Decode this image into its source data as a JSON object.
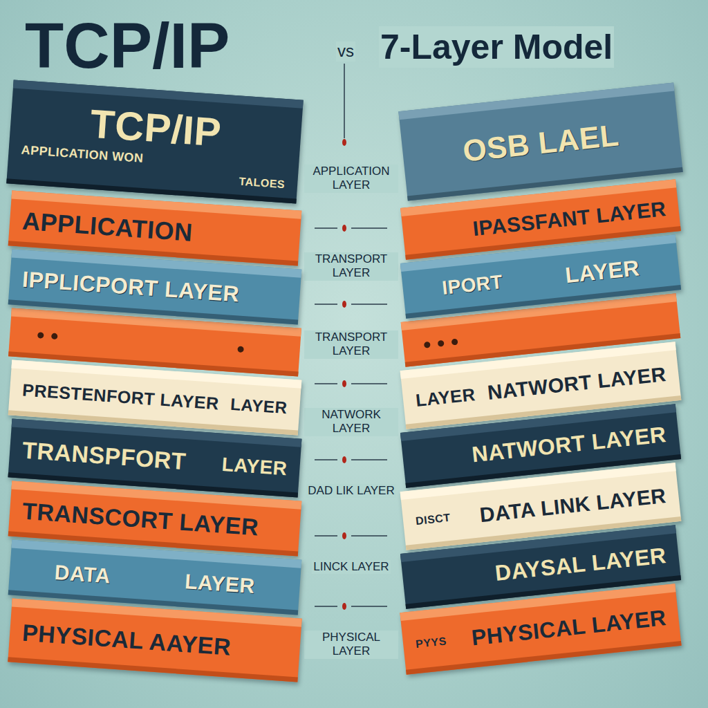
{
  "diagram": {
    "title": "TCP/IP",
    "nodes": [
      {
        "text": [
          "TCP/IP",
          "APPLICATION WON",
          "TALOES"
        ]
      },
      {
        "text": [
          "APPLICATION"
        ]
      },
      {
        "text": [
          "IPPLICPORT LAYER"
        ]
      },
      {
        "text": [
          "PRESTENFORT LAYER",
          "LAYER"
        ]
      },
      {
        "text": [
          "TRANSPFORT",
          "LAYER"
        ]
      },
      {
        "text": [
          "TRANSCORT LAYER"
        ]
      },
      {
        "text": [
          "DATA",
          "LAYER"
        ]
      },
      {
        "text": [
          "PHYSICAL AAYER"
        ]
      },
      {
        "text": [
          "OSB LAEL"
        ]
      },
      {
        "text": [
          "IPASSFANT LAYER"
        ]
      },
      {
        "text": [
          "IPORT",
          "LAYER"
        ]
      },
      {
        "text": [
          "LAYER",
          "NATWORT LAYER"
        ]
      },
      {
        "text": [
          "NATWORT LAYER"
        ]
      },
      {
        "text": [
          "DISCT",
          "DATA LINK LAYER"
        ]
      },
      {
        "text": [
          "DAYSAL LAYER"
        ]
      },
      {
        "text": [
          "PYYS",
          "PHYSICAL LAYER"
        ]
      }
    ],
    "labels": [
      "vs",
      "7-Layer Model",
      "APPLICATION LAYER",
      "TRANSPORT LAYER",
      "TRANSPORT LAYER",
      "NATWORK LAYER",
      "DAD LIK LAYER",
      "LINCK LAYER",
      "PHYSICAL LAYER"
    ]
  }
}
